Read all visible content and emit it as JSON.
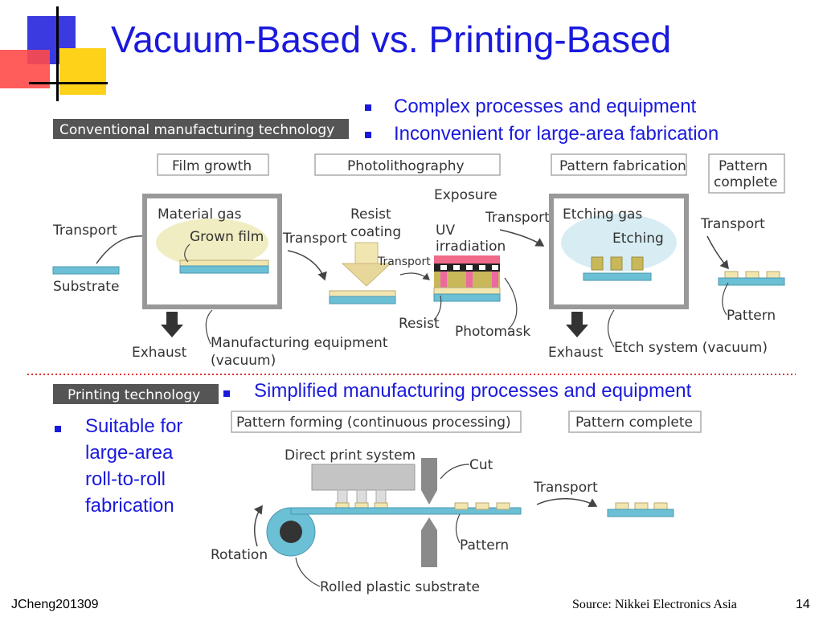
{
  "slide": {
    "title": "Vacuum-Based vs. Printing-Based",
    "footer_left": "JCheng201309",
    "source": "Source: Nikkei Electronics Asia",
    "page_number": "14"
  },
  "bullets_top": [
    "Complex processes  and equipment",
    "Inconvenient for large-area fabrication"
  ],
  "bullet_middle": "Simplified manufacturing processes and equipment",
  "bullet_left": [
    "Suitable for",
    "large-area",
    "roll-to-roll",
    "fabrication"
  ],
  "conventional": {
    "header": "Conventional manufacturing technology",
    "stage_film": "Film growth",
    "stage_photo": "Photolithography",
    "stage_pattern": "Pattern fabrication",
    "stage_complete_1": "Pattern",
    "stage_complete_2": "complete",
    "transport": "Transport",
    "transport_small": "Transport",
    "substrate": "Substrate",
    "material_gas": "Material gas",
    "grown_film": "Grown film",
    "exhaust": "Exhaust",
    "manufacturing_equipment_1": "Manufacturing equipment",
    "manufacturing_equipment_2": "(vacuum)",
    "resist_coating_1": "Resist",
    "resist_coating_2": "coating",
    "exposure": "Exposure",
    "uv_1": "UV",
    "uv_2": "irradiation",
    "resist": "Resist",
    "photomask": "Photomask",
    "etching_gas": "Etching gas",
    "etching": "Etching",
    "etch_system": "Etch system (vacuum)",
    "pattern": "Pattern"
  },
  "printing": {
    "header": "Printing technology",
    "stage_forming": "Pattern forming (continuous processing)",
    "stage_complete": "Pattern complete",
    "direct_print": "Direct print system",
    "cut": "Cut",
    "transport": "Transport",
    "pattern": "Pattern",
    "rotation": "Rotation",
    "rolled_substrate": "Rolled plastic substrate"
  },
  "colors": {
    "title_blue": "#1a1adc",
    "deco_blue": "#3a3ae0",
    "deco_red": "#ff3b3b",
    "deco_yellow": "#ffd21a",
    "header_gray": "#555555",
    "substrate_blue": "#6cc0d6",
    "film_yellow": "#f2e6b0",
    "gas_ellipse": "#f1edc2",
    "etch_ellipse": "#d7ecf3",
    "divider_red": "#e53030"
  }
}
